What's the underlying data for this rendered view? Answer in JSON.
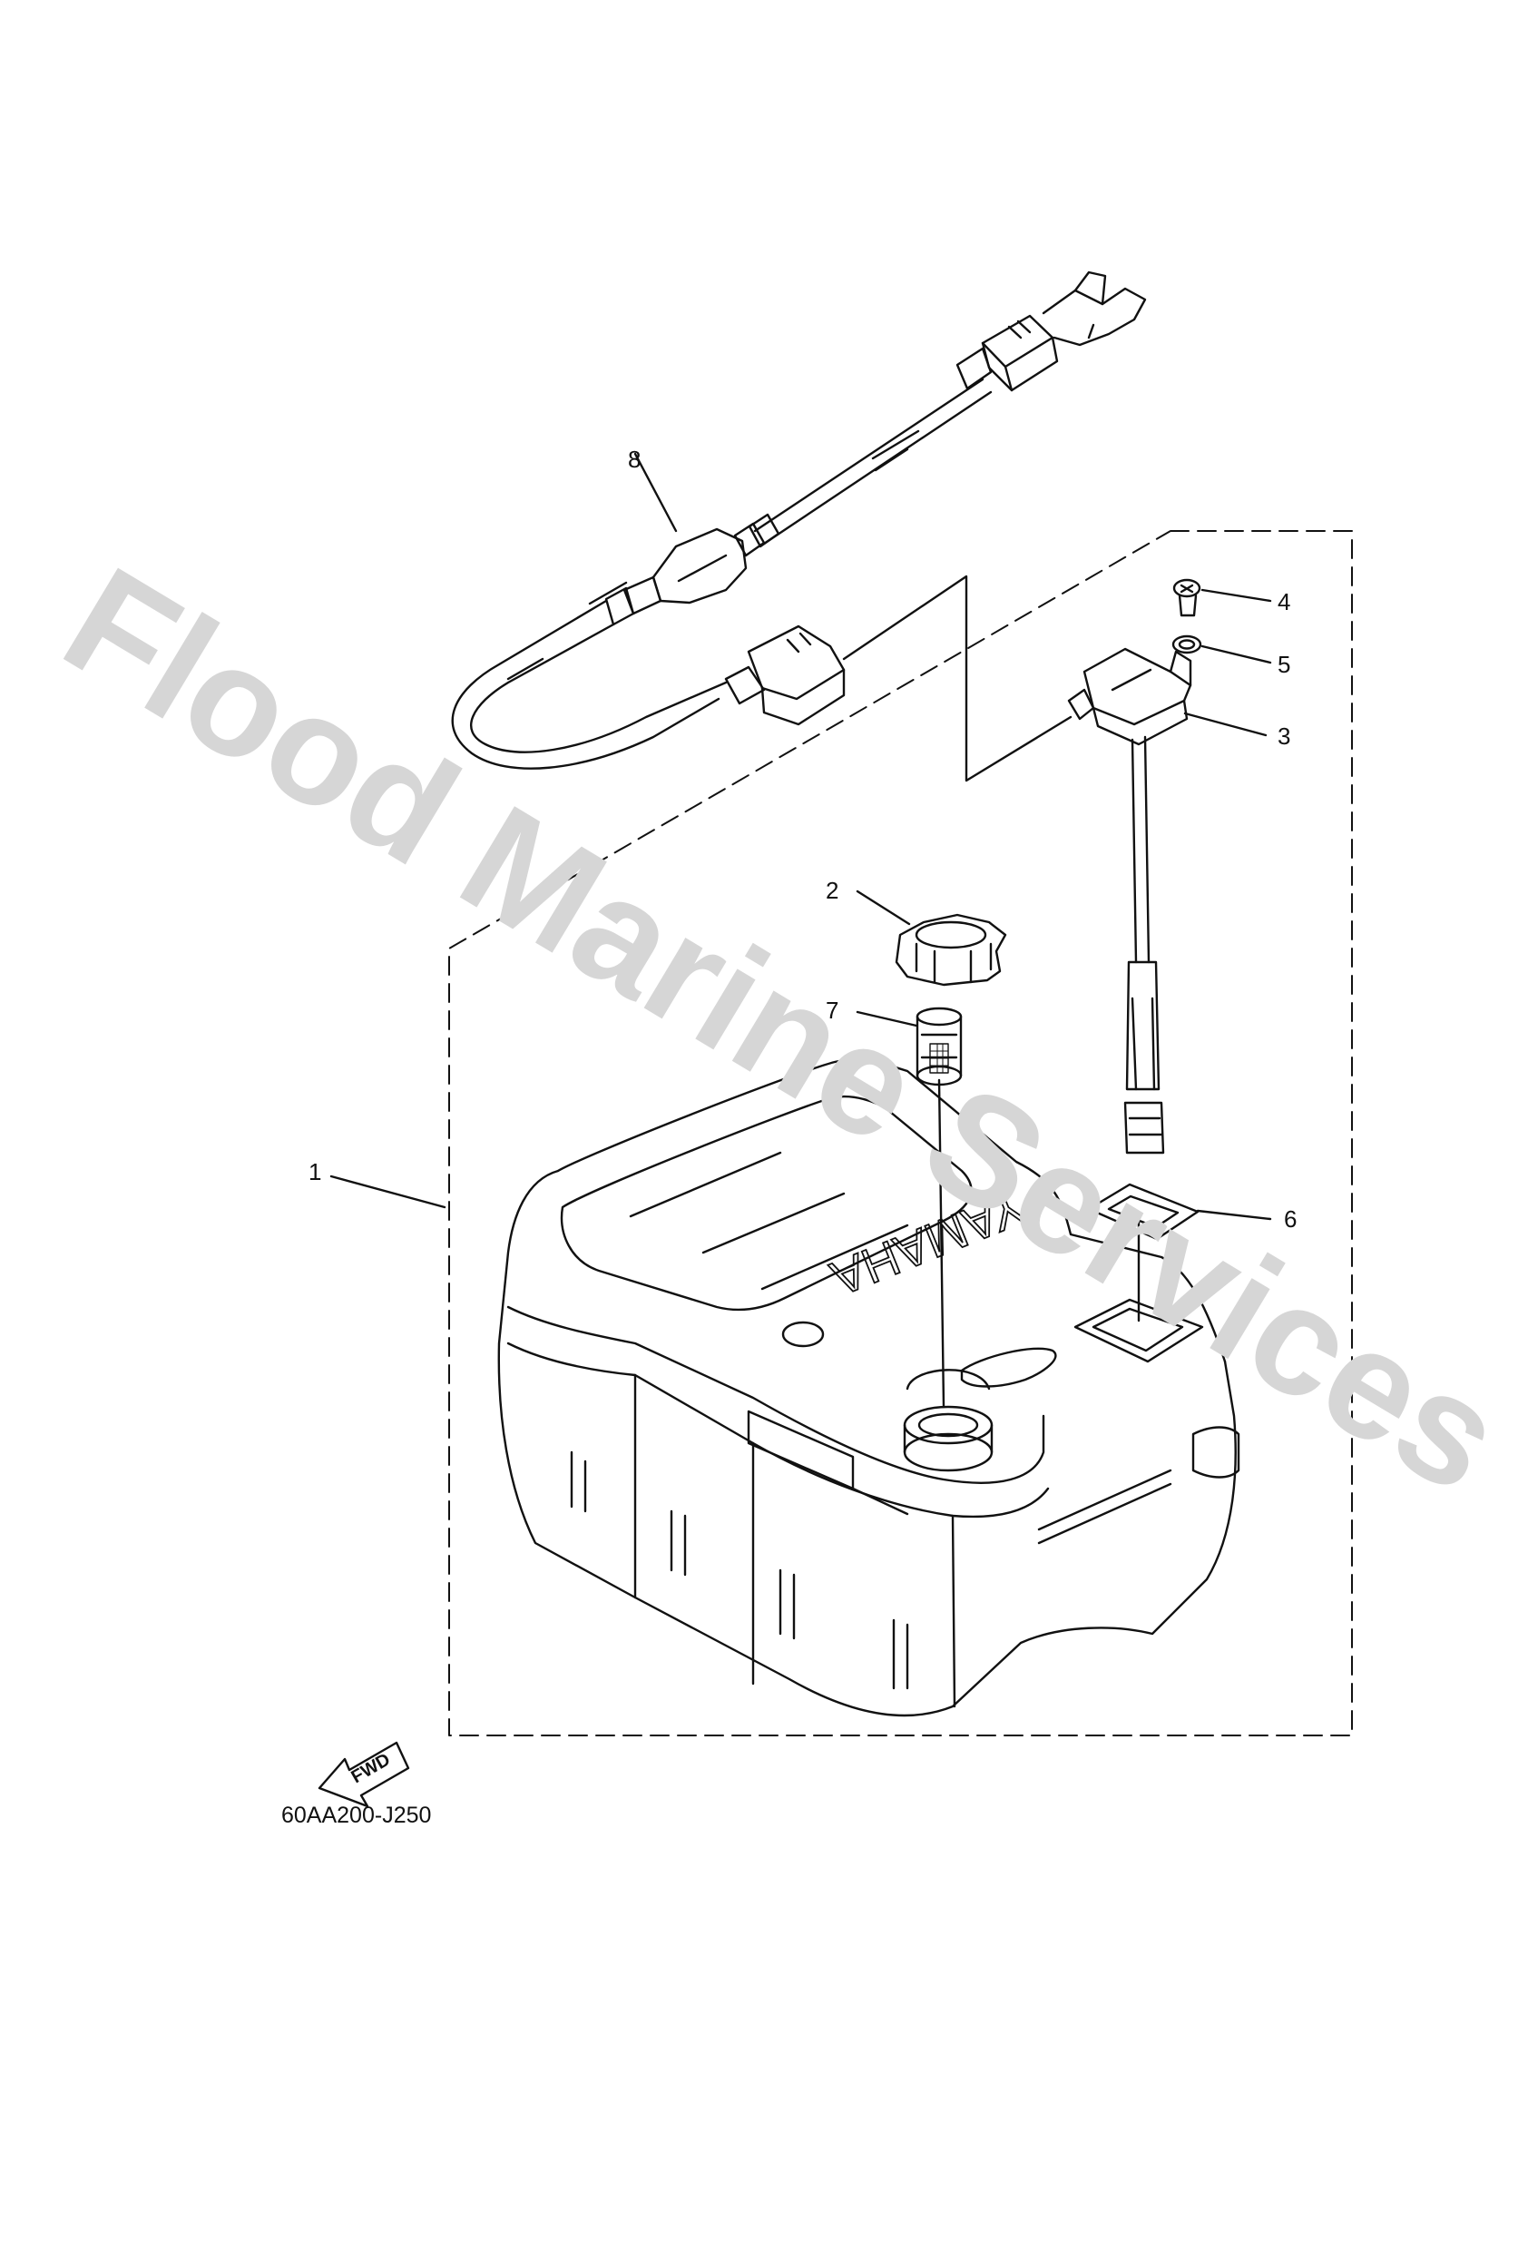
{
  "watermark": "Flood Marine Services",
  "brand_text": "YAMAHA",
  "fwd_label": "FWD",
  "diagram_code": "60AA200-J250",
  "callouts": [
    "1",
    "2",
    "3",
    "4",
    "5",
    "6",
    "7",
    "8"
  ]
}
